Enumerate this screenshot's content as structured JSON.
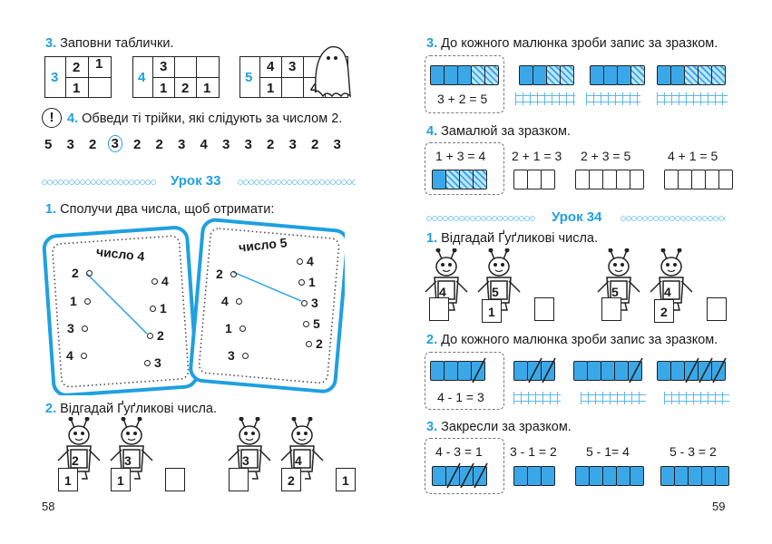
{
  "left": {
    "ex3": {
      "num": "3.",
      "text": "Заповни таблички.",
      "tables": [
        {
          "label": "3",
          "cells": [
            "2",
            "1",
            "1"
          ]
        },
        {
          "label": "4",
          "cells": [
            "3",
            "1",
            "2",
            "1"
          ]
        },
        {
          "label": "5",
          "cells": [
            "4",
            "3",
            "2",
            "1",
            "4"
          ]
        }
      ]
    },
    "ex4": {
      "excl": "!",
      "num": "4.",
      "text": "Обведи ті трійки, які слідують за числом 2.",
      "digits": [
        "5",
        "3",
        "2",
        "3",
        "2",
        "2",
        "3",
        "4",
        "3",
        "3",
        "2",
        "3",
        "2",
        "3"
      ]
    },
    "lesson": "Урок 33",
    "ex1": {
      "num": "1.",
      "text": "Сполучи два числа, щоб отримати:",
      "card1": {
        "title": "число 4",
        "left": [
          "2",
          "1",
          "3",
          "4"
        ],
        "right": [
          "4",
          "1",
          "2",
          "3"
        ]
      },
      "card2": {
        "title": "число 5",
        "left": [
          "2",
          "4",
          "1",
          "3"
        ],
        "right": [
          "4",
          "1",
          "3",
          "5",
          "2"
        ]
      }
    },
    "ex2": {
      "num": "2.",
      "text": "Відгадай Ґуґликові  числа.",
      "robots": [
        "2",
        "3",
        "3",
        "4"
      ],
      "cards": [
        "1",
        "1",
        "2",
        "1"
      ]
    },
    "page": "58"
  },
  "right": {
    "ex3": {
      "num": "3.",
      "text": "До кожного малюнка зроби запис за зразком.",
      "sample": "3 + 2 = 5"
    },
    "ex4": {
      "num": "4.",
      "text": "Замалюй за зразком.",
      "items": [
        "1 + 3 = 4",
        "2 + 1 = 3",
        "2 + 3 = 5",
        "4 + 1 = 5"
      ]
    },
    "lesson": "Урок 34",
    "ex1": {
      "num": "1.",
      "text": "Відгадай Ґуґликові числа.",
      "robots": [
        "4",
        "5",
        "5",
        "4"
      ],
      "cards": [
        "1",
        "2"
      ]
    },
    "ex2": {
      "num": "2.",
      "text": "До кожного малюнка зроби запис за зразком.",
      "sample": "4 - 1 = 3"
    },
    "ex3b": {
      "num": "3.",
      "text": "Закресли за зразком.",
      "items": [
        "4 - 3 = 1",
        "3 - 1 = 2",
        "5 - 1= 4",
        "5 - 3 = 2"
      ]
    },
    "page": "59"
  },
  "colors": {
    "accent": "#1fa0e0",
    "fill": "#3aa8e8"
  }
}
